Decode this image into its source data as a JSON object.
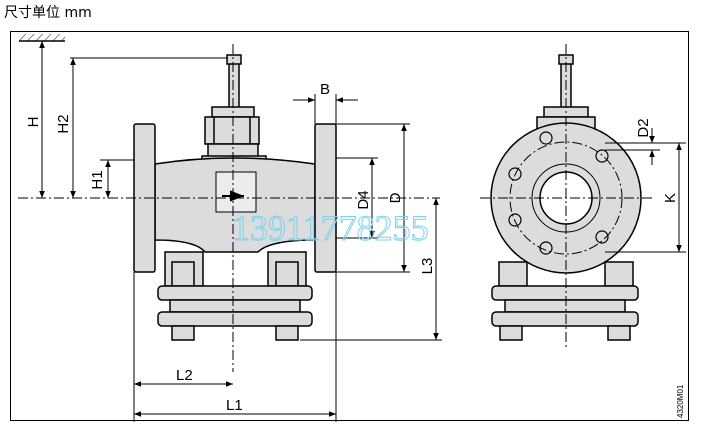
{
  "caption": "尺寸单位 mm",
  "labels": {
    "H": "H",
    "H2": "H2",
    "H1": "H1",
    "B": "B",
    "D4": "D4",
    "D": "D",
    "L3": "L3",
    "L2": "L2",
    "L1": "L1",
    "D2": "D2",
    "K": "K"
  },
  "watermark": "13911778255",
  "drawing_code": "4320M01",
  "colors": {
    "line": "#000000",
    "body_fill": "#dcdcdc",
    "watermark": "#7fd0ee"
  }
}
